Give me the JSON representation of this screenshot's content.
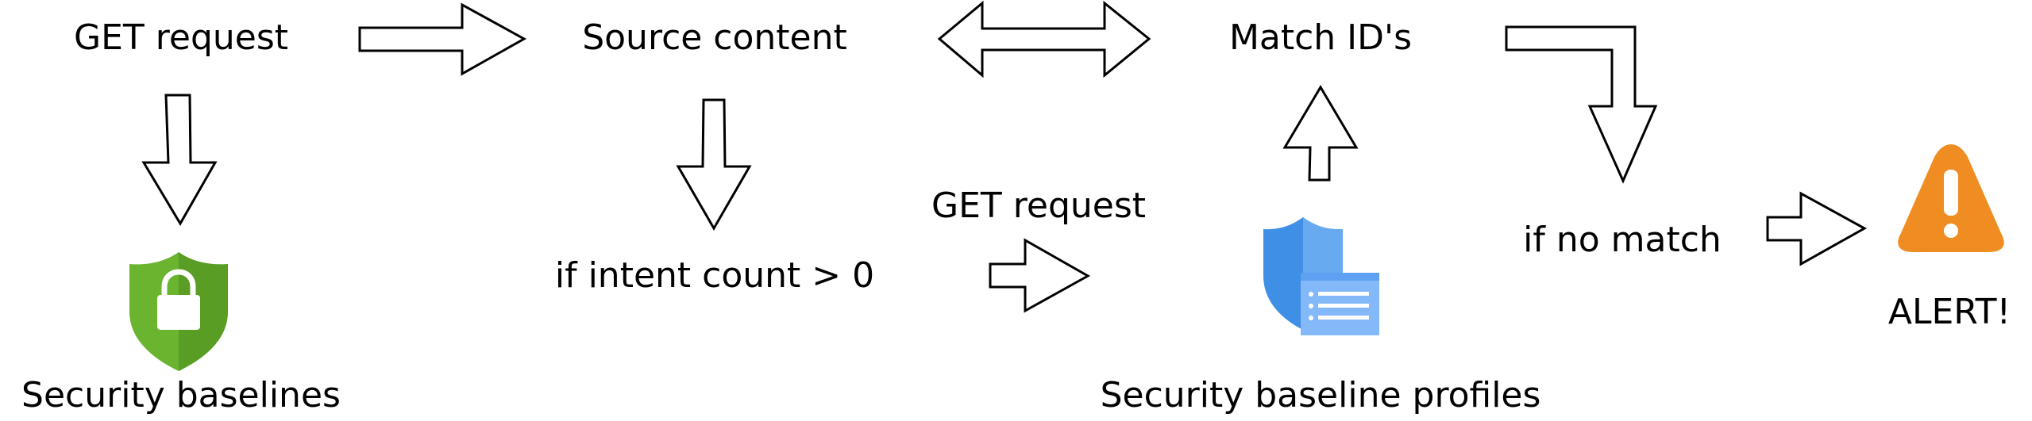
{
  "labels": {
    "get_request_top": "GET request",
    "source_content": "Source content",
    "match_ids": "Match ID's",
    "security_baselines": "Security baselines",
    "if_intent_count": "if intent count > 0",
    "get_request_mid": "GET request",
    "if_no_match": "if no match",
    "alert": "ALERT!",
    "security_baseline_profiles": "Security baseline profiles"
  },
  "icons": {
    "lock_shield": "green-lock-shield-icon",
    "profile_shield": "blue-shield-profile-icon",
    "alert_triangle": "orange-alert-triangle-icon"
  },
  "colors": {
    "arrow_stroke": "#000000",
    "arrow_fill": "#ffffff",
    "shield_green": "#6ab42f",
    "shield_blue": "#3f8fe6",
    "alert_orange": "#f08d22"
  }
}
